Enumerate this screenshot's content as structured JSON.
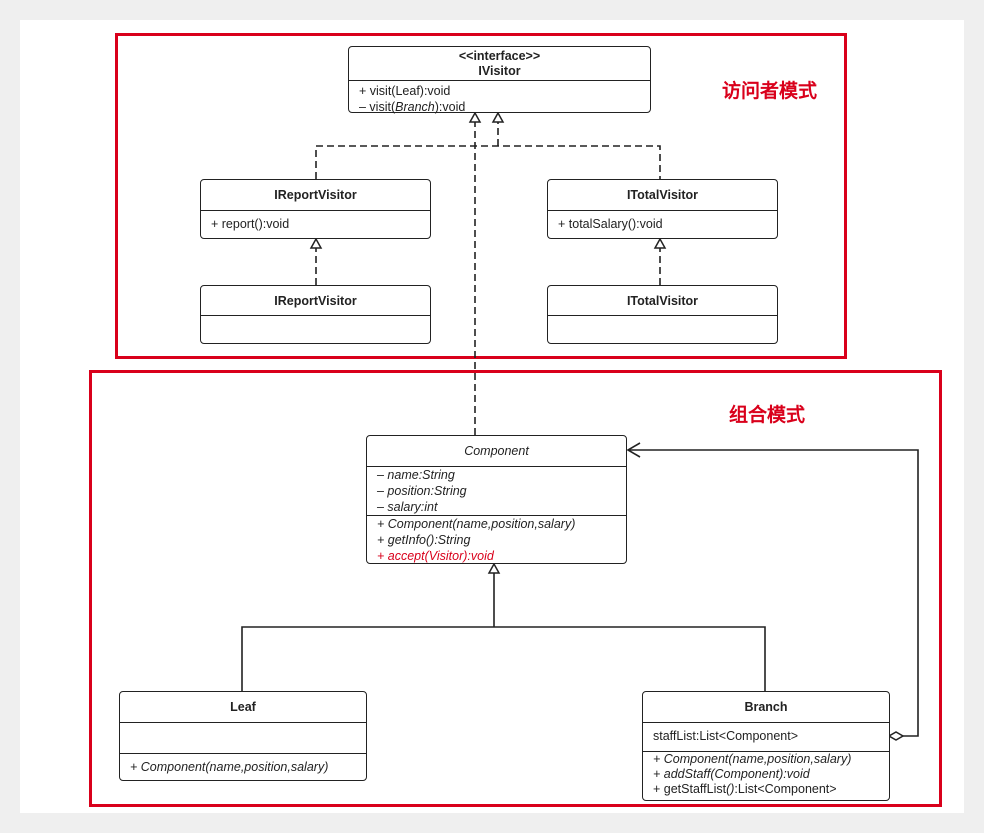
{
  "sections": {
    "visitor": "访问者模式",
    "composite": "组合模式"
  },
  "colors": {
    "accent": "#d9001b",
    "line": "#222222"
  },
  "ivisitor": {
    "stereotype": "<<interface>>",
    "name": "IVisitor",
    "m1": "+ visit(Leaf):void",
    "m2a": "– visit(",
    "m2b": "Branch",
    "m2c": "):void"
  },
  "report1": {
    "name": "IReportVisitor",
    "m1": "+ report():void"
  },
  "total1": {
    "name": "ITotalVisitor",
    "m1": "+ totalSalary():void"
  },
  "report2": {
    "name": "IReportVisitor"
  },
  "total2": {
    "name": "ITotalVisitor"
  },
  "component": {
    "name": "Component",
    "attrs": [
      "– name:String",
      "– position:String",
      "– salary:int"
    ],
    "methods": [
      "+ Component(name,position,salary)",
      "+ getInfo():String",
      "+ accept(Visitor):void"
    ]
  },
  "leaf": {
    "name": "Leaf",
    "m1": "+ Component(name,position,salary)"
  },
  "branch": {
    "name": "Branch",
    "a1": "staffList:List<Component>",
    "m1": "+ Component(name,position,salary)",
    "m2": "+ addStaff(Component):void",
    "m3a": "+ getStaffList",
    "m3b": "()",
    "m3c": ":List<Component>"
  }
}
